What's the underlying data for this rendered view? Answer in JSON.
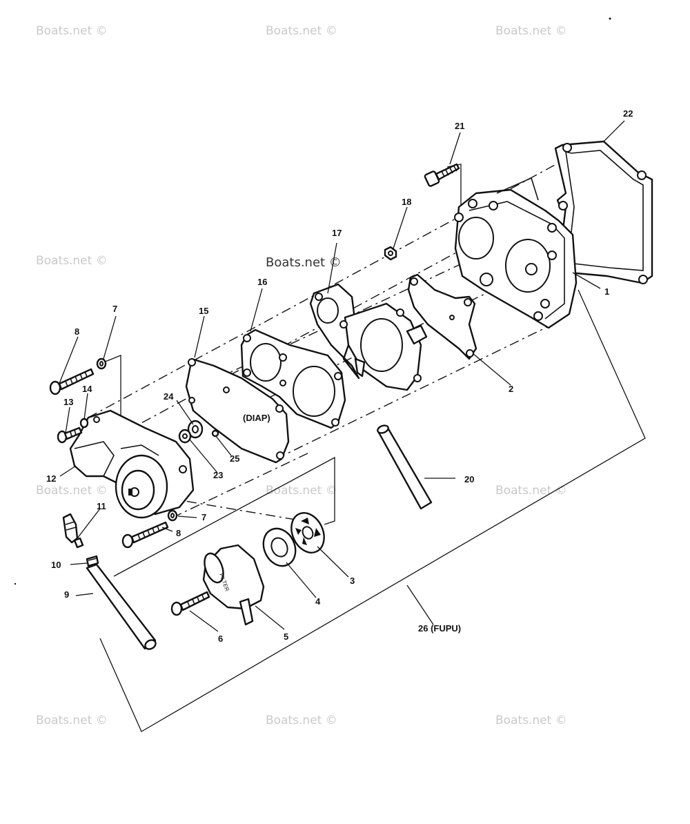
{
  "watermark": "Boats.net ©",
  "watermark_center": "Boats.net ©",
  "filter_marking": "FILTER",
  "labels": {
    "p1": "1",
    "p2": "2",
    "p3": "3",
    "p4": "4",
    "p5": "5",
    "p6": "6",
    "p7a": "7",
    "p7b": "7",
    "p8a": "8",
    "p8b": "8",
    "p9": "9",
    "p10": "10",
    "p11": "11",
    "p12": "12",
    "p13": "13",
    "p14": "14",
    "p15": "15",
    "p16": "16",
    "p17": "17",
    "p18": "18",
    "p20": "20",
    "p21": "21",
    "p22": "22",
    "p23": "23",
    "p24": "24",
    "p25": "25",
    "p26": "26 (FUPU)",
    "diap": "(DIAP)"
  }
}
